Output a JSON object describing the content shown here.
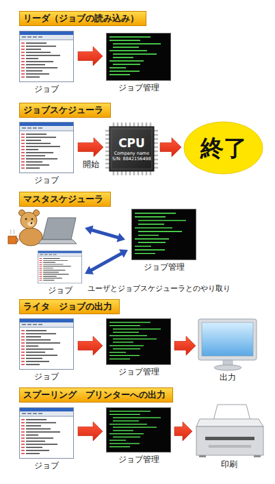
{
  "diagram": {
    "nodes": [
      {
        "text": [
          "リーダ（ジョブの読み込み）"
        ]
      },
      {
        "text": [
          "ジョブ"
        ]
      },
      {
        "text": [
          "ジョブ管理"
        ]
      },
      {
        "text": [
          "ジョブスケジューラ"
        ]
      },
      {
        "text": [
          "ジョブ"
        ]
      },
      {
        "text": [
          "CPU",
          "Company name",
          "S/N: 8842156498"
        ]
      },
      {
        "text": [
          "終了"
        ]
      },
      {
        "text": [
          "マスタスケジューラ"
        ]
      },
      {
        "text": [
          "ジョブ管理"
        ]
      },
      {
        "text": [
          "ジョブ"
        ]
      },
      {
        "text": [
          "ライタ　ジョブの出力"
        ]
      },
      {
        "text": [
          "ジョブ"
        ]
      },
      {
        "text": [
          "ジョブ管理"
        ]
      },
      {
        "text": [
          "出力"
        ]
      },
      {
        "text": [
          "スプーリング　プリンターへの出力"
        ]
      },
      {
        "text": [
          "ジョブ"
        ]
      },
      {
        "text": [
          "ジョブ管理"
        ]
      },
      {
        "text": [
          "印刷"
        ]
      }
    ],
    "edges": [
      {
        "from": 1,
        "to": 2,
        "arrow": "to"
      },
      {
        "from": 4,
        "to": 5,
        "label": "開始",
        "arrow": "to"
      },
      {
        "from": 5,
        "to": 6,
        "arrow": "to"
      },
      {
        "from": 9,
        "to": 8,
        "arrow": "both"
      },
      {
        "from": 11,
        "to": 12,
        "arrow": "to"
      },
      {
        "from": 12,
        "to": 13,
        "arrow": "to"
      },
      {
        "from": 15,
        "to": 16,
        "arrow": "to"
      },
      {
        "from": 16,
        "to": 17,
        "arrow": "to"
      }
    ],
    "labels": [
      "ユーザとジョブスケジューラとのやり取り"
    ]
  }
}
